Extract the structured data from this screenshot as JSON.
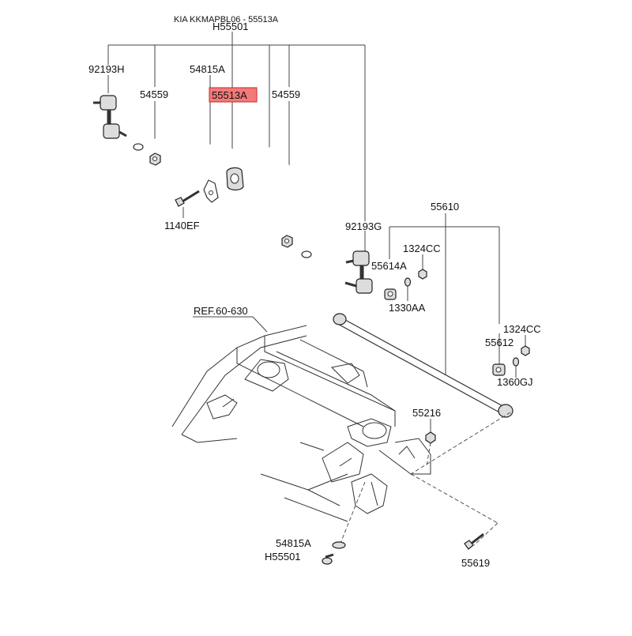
{
  "diagram": {
    "title": "KIA KKMAPBL06 - 55513A",
    "highlight_color": "#f47a7a",
    "labels": {
      "h55501_top": "H55501",
      "p92193h": "92193H",
      "p54559_left": "54559",
      "p54815a_top": "54815A",
      "p55513a": "55513A",
      "p54559_right": "54559",
      "p1140ef": "1140EF",
      "p92193g": "92193G",
      "p55610": "55610",
      "p1324cc_top": "1324CC",
      "p55614a": "55614A",
      "p1330aa": "1330AA",
      "ref": "REF.60-630",
      "p1324cc_right": "1324CC",
      "p55612": "55612",
      "p1360gj": "1360GJ",
      "p55216": "55216",
      "p54815a_bottom": "54815A",
      "h55501_bottom": "H55501",
      "p55619": "55619"
    }
  }
}
